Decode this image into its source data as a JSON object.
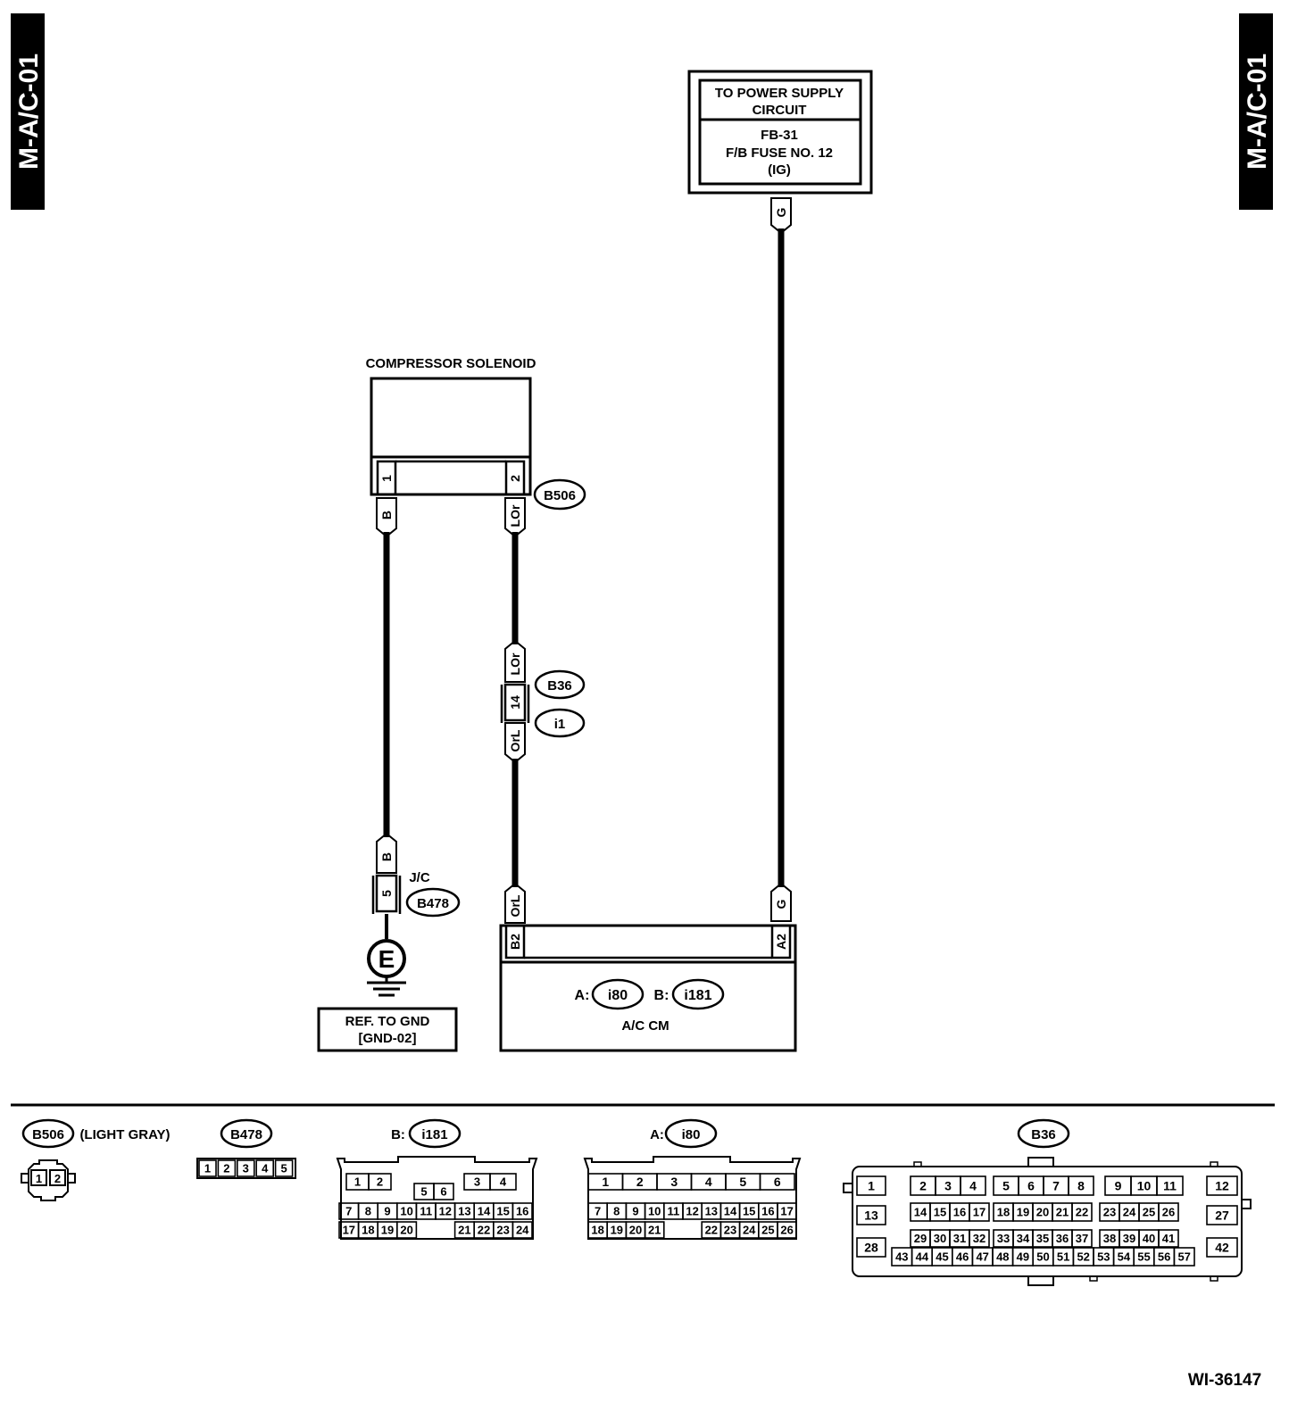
{
  "page_code": "M-A/C-01",
  "figure_id": "WI-36147",
  "power_supply": {
    "title_line1": "TO POWER SUPPLY",
    "title_line2": "CIRCUIT",
    "ref_line1": "FB-31",
    "ref_line2": "F/B FUSE NO. 12",
    "ref_line3": "(IG)"
  },
  "compressor_solenoid": {
    "label": "COMPRESSOR SOLENOID",
    "pin1": "1",
    "pin2": "2",
    "connector": "B506"
  },
  "wires": {
    "b": "B",
    "lor": "LOr",
    "orl": "OrL",
    "g": "G"
  },
  "inline_connector": {
    "pin": "14",
    "connector1": "B36",
    "connector2": "i1"
  },
  "joint_connector": {
    "label": "J/C",
    "pin": "5",
    "connector": "B478"
  },
  "ground": {
    "symbol": "E",
    "ref_line1": "REF. TO GND",
    "ref_line2": "[GND-02]"
  },
  "ac_cm": {
    "pin_b2": "B2",
    "pin_a2": "A2",
    "prefix_a": "A:",
    "connector_a": "i80",
    "prefix_b": "B:",
    "connector_b": "i181",
    "label": "A/C CM"
  },
  "connector_views": {
    "b506": {
      "id": "B506",
      "note": "(LIGHT GRAY)",
      "pins": [
        "1",
        "2"
      ]
    },
    "b478": {
      "id": "B478",
      "pins": [
        "1",
        "2",
        "3",
        "4",
        "5"
      ]
    },
    "i181": {
      "prefix": "B:",
      "id": "i181",
      "row1": [
        "1",
        "2",
        "5",
        "6",
        "3",
        "4"
      ],
      "row2": [
        "7",
        "8",
        "9",
        "10",
        "11",
        "12",
        "13",
        "14",
        "15",
        "16"
      ],
      "row3": [
        "17",
        "18",
        "19",
        "20",
        "21",
        "22",
        "23",
        "24"
      ]
    },
    "i80": {
      "prefix": "A:",
      "id": "i80",
      "row1": [
        "1",
        "2",
        "3",
        "4",
        "5",
        "6"
      ],
      "row2": [
        "7",
        "8",
        "9",
        "10",
        "11",
        "12",
        "13",
        "14",
        "15",
        "16",
        "17"
      ],
      "row3": [
        "18",
        "19",
        "20",
        "21",
        "22",
        "23",
        "24",
        "25",
        "26"
      ]
    },
    "b36": {
      "id": "B36",
      "row1": [
        "1",
        "2",
        "3",
        "4",
        "5",
        "6",
        "7",
        "8",
        "9",
        "10",
        "11",
        "12"
      ],
      "row2": [
        "13",
        "14",
        "15",
        "16",
        "17",
        "18",
        "19",
        "20",
        "21",
        "22",
        "23",
        "24",
        "25",
        "26",
        "27"
      ],
      "row3": [
        "28",
        "29",
        "30",
        "31",
        "32",
        "33",
        "34",
        "35",
        "36",
        "37",
        "38",
        "39",
        "40",
        "41",
        "42"
      ],
      "row4": [
        "43",
        "44",
        "45",
        "46",
        "47",
        "48",
        "49",
        "50",
        "51",
        "52",
        "53",
        "54",
        "55",
        "56",
        "57"
      ]
    }
  }
}
